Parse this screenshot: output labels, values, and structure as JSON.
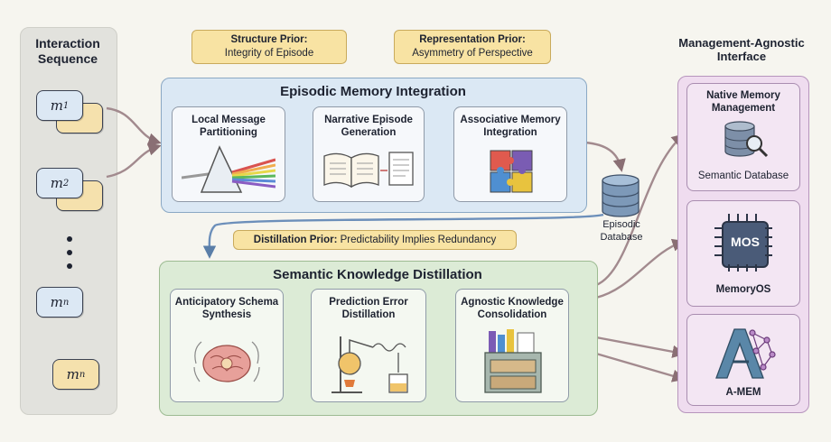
{
  "left": {
    "title": "Interaction Sequence",
    "messages": [
      {
        "base": "m",
        "sub": "1"
      },
      {
        "base": "m",
        "sub": "2"
      },
      {
        "base": "m",
        "sub": "n"
      },
      {
        "base": "m",
        "sub": "n"
      }
    ]
  },
  "priors": {
    "structure": {
      "title": "Structure Prior:",
      "text": "Integrity of Episode"
    },
    "representation": {
      "title": "Representation Prior:",
      "text": "Asymmetry of Perspective"
    },
    "distillation": {
      "title": "Distillation Prior:",
      "text": "Predictability Implies Redundancy"
    }
  },
  "episodic": {
    "title": "Episodic Memory Integration",
    "steps": [
      "Local Message Partitioning",
      "Narrative Episode Generation",
      "Associative Memory Integration"
    ]
  },
  "database": {
    "label": "Episodic Database"
  },
  "semantic": {
    "title": "Semantic Knowledge Distillation",
    "steps": [
      "Anticipatory Schema Synthesis",
      "Prediction Error Distillation",
      "Agnostic Knowledge Consolidation"
    ]
  },
  "right": {
    "title": "Management-Agnostic Interface",
    "native": {
      "title": "Native Memory Management",
      "caption": "Semantic Database"
    },
    "memoryos": {
      "chip": "MOS",
      "caption": "MemoryOS"
    },
    "amem": {
      "caption": "A-MEM"
    }
  }
}
